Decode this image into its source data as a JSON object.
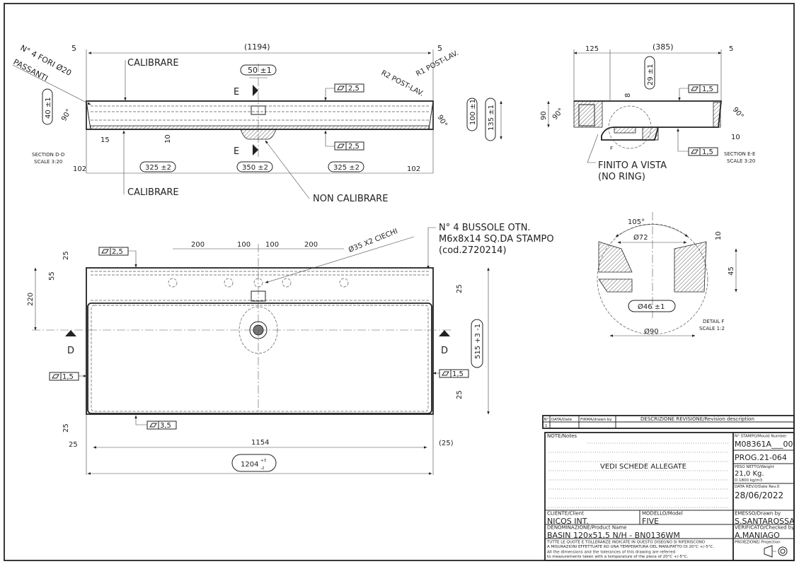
{
  "section_dd": {
    "dim_left_5": "5",
    "dim_total": "(1194)",
    "dim_right_5": "5",
    "holes_note_1": "N° 4 FORI Ø20",
    "holes_note_2": "PASSANTI",
    "calibrare_top": "CALIBRARE",
    "dim_drain": "50 ±1",
    "cut_e_top": "E",
    "cut_e_bottom": "E",
    "flatness_top": "2,5",
    "flatness_bottom": "2,5",
    "r2_note": "R2 POST-LAV.",
    "r1_note": "R1 POST-LAV.",
    "dim_40": "40 ±1",
    "angle_left": "90°",
    "angle_right": "90°",
    "dim_100": "100 ±1",
    "dim_135": "135 ±1",
    "dim_15": "15",
    "dim_10": "10",
    "title": "SECTION D-D",
    "scale": "SCALE 3:20",
    "bottom_dims": [
      "102",
      "325 ±2",
      "350 ±2",
      "325 ±2",
      "102"
    ],
    "calibrare_bottom": "CALIBRARE",
    "non_calibrare": "NON CALIBRARE"
  },
  "section_ee": {
    "dim_125": "125",
    "dim_385": "(385)",
    "dim_5": "5",
    "dim_29": "29 ±1",
    "dim_8": "8",
    "flatness_top": "1,5",
    "flatness_bottom": "1,5",
    "dim_90": "90",
    "angle_left": "90°",
    "angle_right": "90°",
    "dim_10": "10",
    "label_f": "F",
    "finish_note_1": "FINITO A VISTA",
    "finish_note_2": "(NO RING)",
    "title": "SECTION E-E",
    "scale": "SCALE 3:20"
  },
  "detail_f": {
    "angle": "105°",
    "dia_72": "Ø72",
    "dim_10": "10",
    "dim_45": "45",
    "dia_46": "Ø46 ±1",
    "dia_90": "Ø90",
    "title": "DETAIL F",
    "scale": "SCALE 1:2"
  },
  "plan_view": {
    "inserts_note_1": "N° 4 BUSSOLE OTN.",
    "inserts_note_2": "M6x8x14 SQ.DA STAMPO",
    "inserts_note_3": "(cod.2720214)",
    "blind_holes": "Ø35 X2 CIECHI",
    "top_dims": [
      "200",
      "100",
      "100",
      "200"
    ],
    "flatness_top": "2,5",
    "flatness_left": "1,5",
    "flatness_right": "1,5",
    "flatness_bottom": "3,5",
    "dim_25_tl": "25",
    "dim_55": "55",
    "dim_220": "220",
    "dim_25_tr": "25",
    "dim_515": "515 +3 -1",
    "dim_25_br": "25",
    "dim_25_bl": "25",
    "cut_d_left": "D",
    "cut_d_right": "D",
    "dim_25_left": "25",
    "dim_1154": "1154",
    "dim_25_right": "(25)",
    "dim_1204": "1204",
    "tol_upper": "+3",
    "tol_lower": "-2"
  },
  "title_block": {
    "rev_headers": [
      "N°",
      "DATA/Date",
      "FIRMA/drawn by",
      "DESCRIZIONE REVISIONE/Revision description"
    ],
    "rev_row_no": "1",
    "notes_label": "NOTE/Notes",
    "notes_text": "VEDI SCHEDE ALLEGATE",
    "mould_label": "N° STAMPO/Mould Number",
    "mould_number": "M08361A___00",
    "prog": "PROG.21-064",
    "weight_label": "PESO NETTO/Weight",
    "weight": "21,0 Kg.",
    "density": "D.1800 kg/m3",
    "date_label": "DATA REV.0/Date Rev.0",
    "date": "28/06/2022",
    "client_label": "CLIENTE/Client",
    "client": "NICOS INT.",
    "model_label": "MODELLO/Model",
    "model": "FIVE",
    "drawn_label": "EMESSO/Drawn by",
    "drawn_by": "S.SANTAROSSA",
    "product_label": "DENOMINAZIONE/Product Name",
    "product": "BASIN 120x51,5 N/H - BN0136WM",
    "checked_label": "VERIFICATO/Checked by",
    "checked_by": "A.MANIAGO",
    "disclaimer_it_1": "TUTTE LE QUOTE E TOLLERANZE INDICATE IN QUESTO DISEGNO SI RIFERISCONO",
    "disclaimer_it_2": "A MISURAZIONI EFFETTUATE AD UNA TEMPERATURA DEL MANUFATTO DI 20°C +/-5°C.",
    "disclaimer_en_1": "All the dimensions and the tolerances of this drawing are referred",
    "disclaimer_en_2": "to measurements taken with a temperature of the piece of 20°C +/-5°C.",
    "projection_label": "PROIEZIONE/ Projection"
  }
}
